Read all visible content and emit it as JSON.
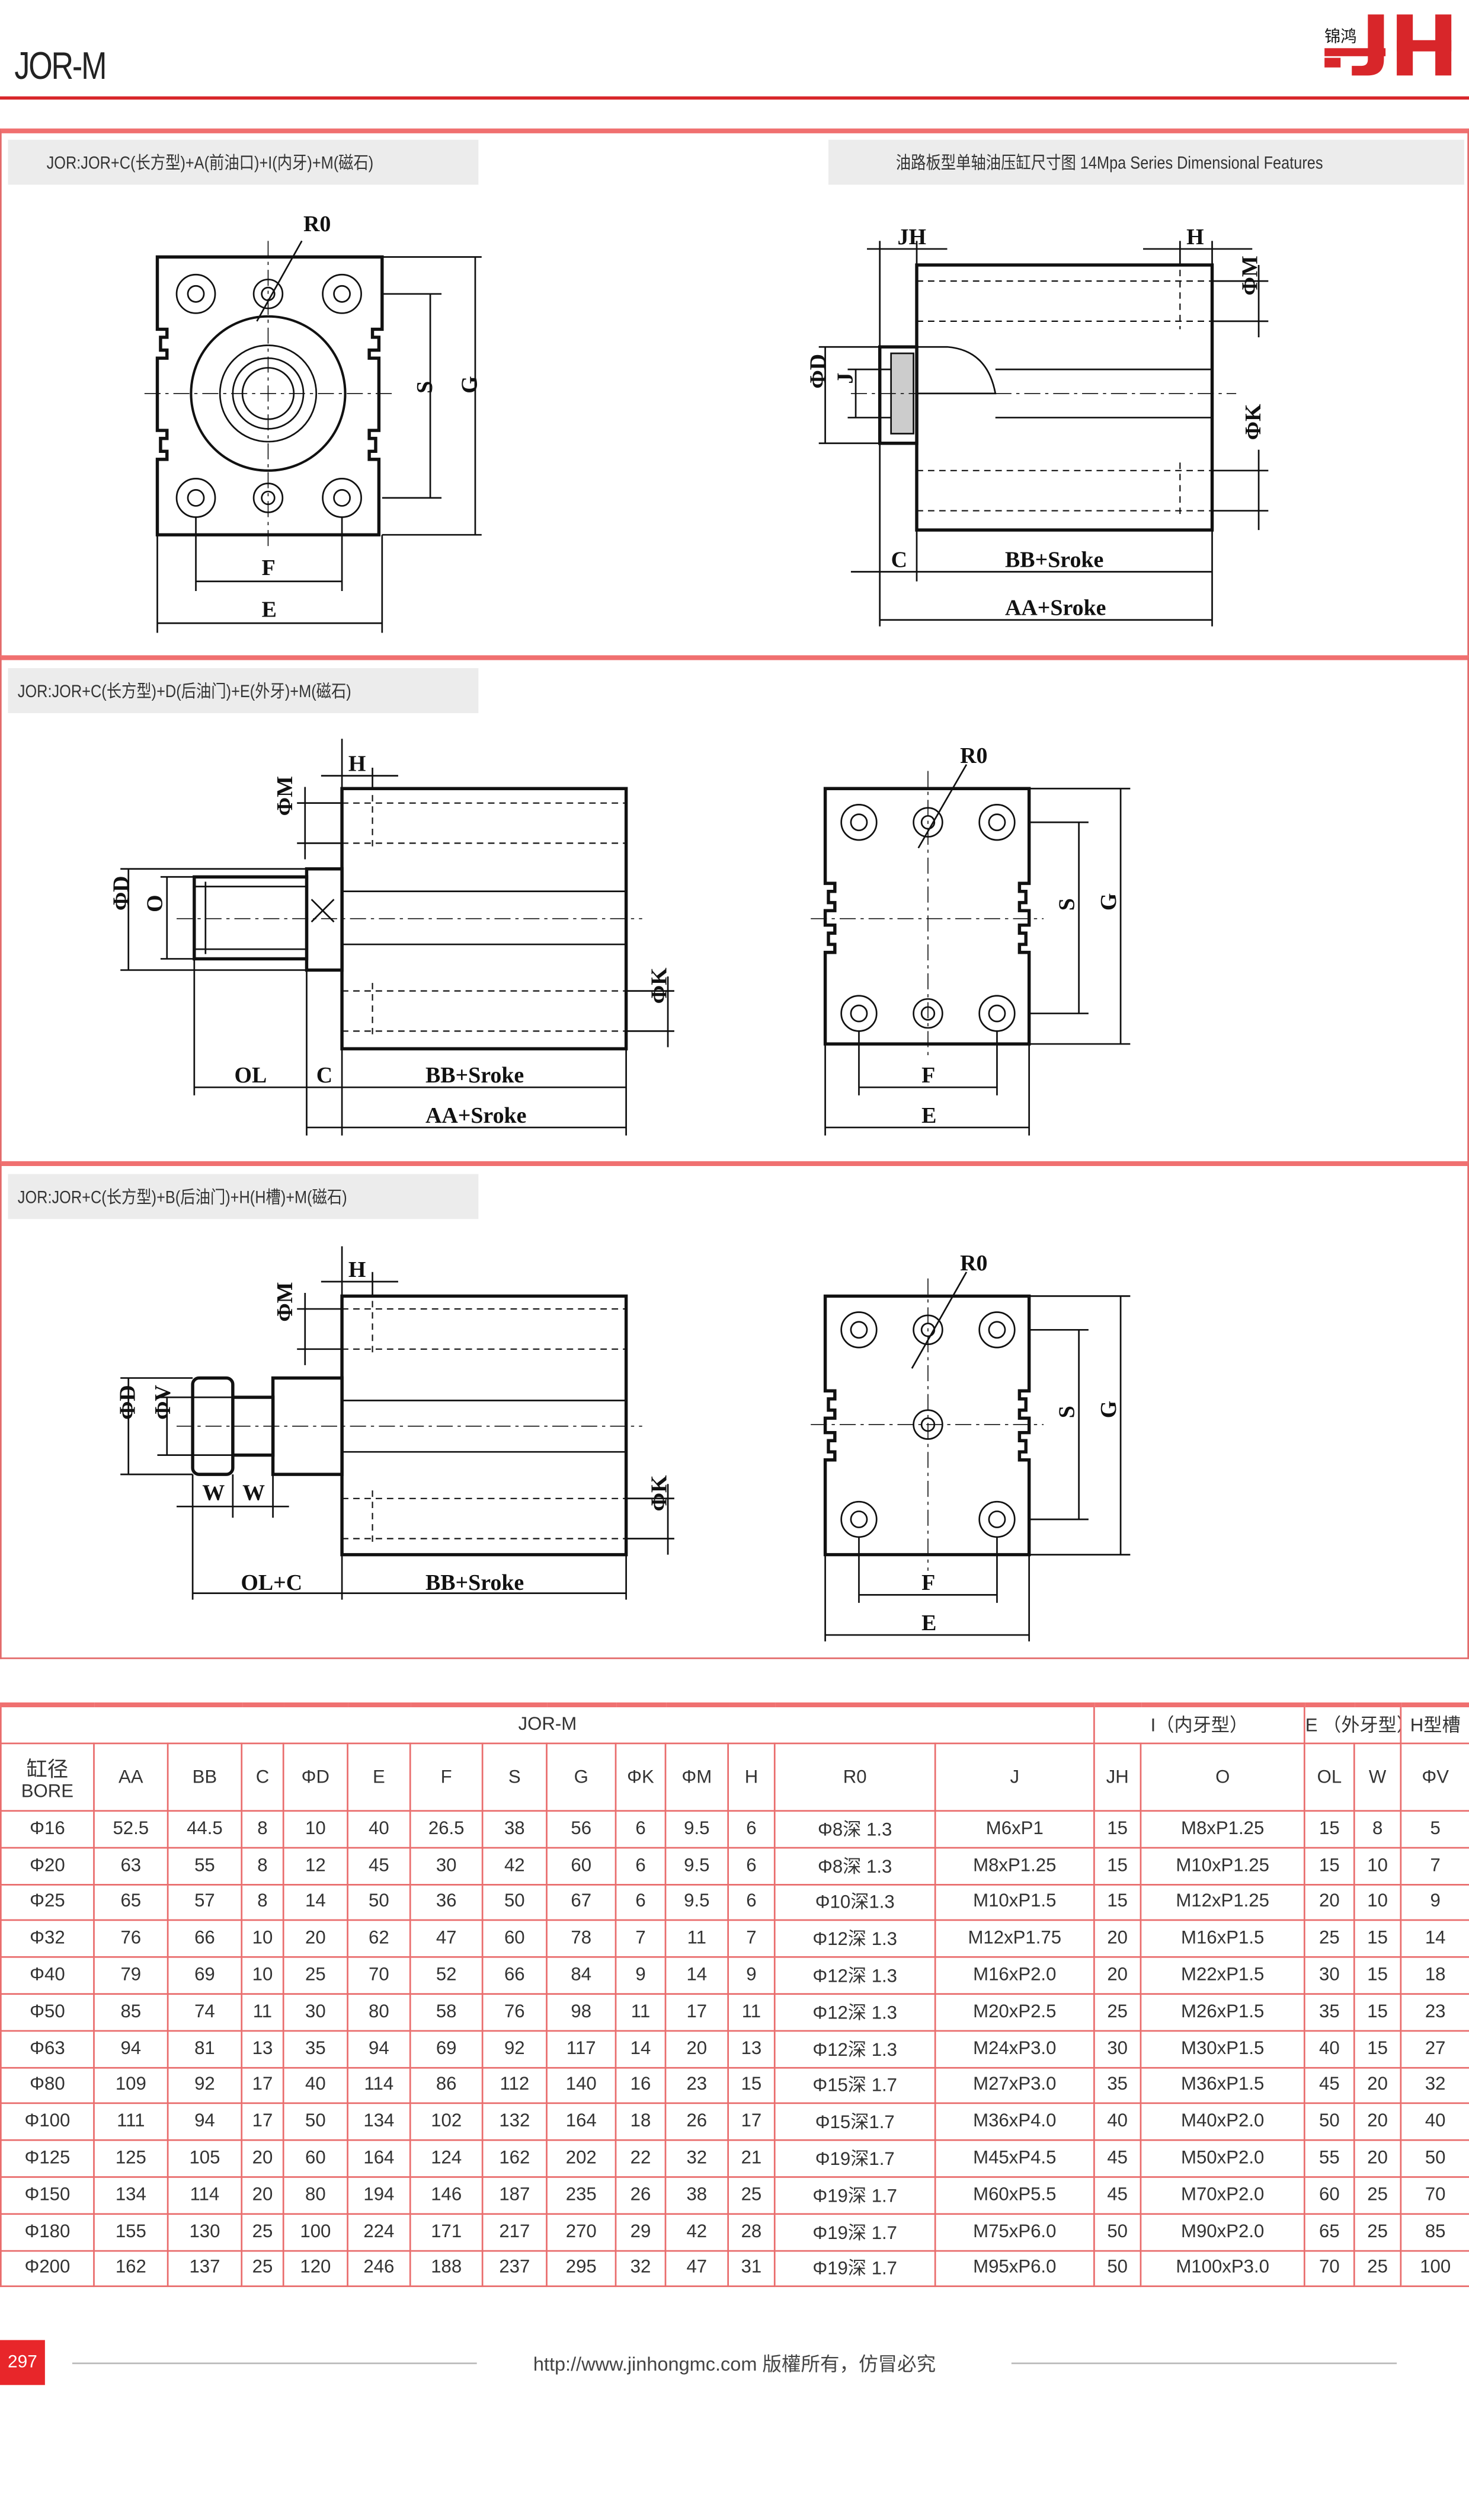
{
  "header": {
    "title": "JOR-M",
    "logo_text": "锦鸿 JH"
  },
  "panels": [
    {
      "label": "JOR:JOR+C(长方型)+A(前油口)+I(内牙)+M(磁石)",
      "right_label": "油路板型单轴油压缸尺寸图 14Mpa Series Dimensional Features",
      "front": {
        "r0": "R0",
        "s": "S",
        "g": "G",
        "f": "F",
        "e": "E"
      },
      "side": {
        "jh": "JH",
        "h": "H",
        "m": "ΦM",
        "d": "ΦD",
        "j": "J",
        "k": "ΦK",
        "c": "C",
        "bb": "BB+Sroke",
        "aa": "AA+Sroke"
      }
    },
    {
      "label": "JOR:JOR+C(长方型)+D(后油门)+E(外牙)+M(磁石)",
      "side": {
        "h": "H",
        "m": "ΦM",
        "d": "ΦD",
        "o": "O",
        "k": "ΦK",
        "ol": "OL",
        "c": "C",
        "bb": "BB+Sroke",
        "aa": "AA+Sroke"
      },
      "front": {
        "r0": "R0",
        "s": "S",
        "g": "G",
        "f": "F",
        "e": "E"
      }
    },
    {
      "label": "JOR:JOR+C(长方型)+B(后油门)+H(H槽)+M(磁石)",
      "side": {
        "h": "H",
        "m": "ΦM",
        "d": "ΦD",
        "v": "ΦV",
        "w1": "W",
        "w2": "W",
        "k": "ΦK",
        "olc": "OL+C",
        "bb": "BB+Sroke"
      },
      "front": {
        "r0": "R0",
        "s": "S",
        "g": "G",
        "f": "F",
        "e": "E"
      }
    }
  ],
  "table": {
    "group_headers": [
      {
        "label": "JOR-M",
        "span": 13
      },
      {
        "label": "I（内牙型）",
        "span": 2
      },
      {
        "label": "E （外牙型）",
        "span": 2
      },
      {
        "label": "H型槽",
        "span": 2
      }
    ],
    "bore_header": [
      "缸径",
      "BORE"
    ],
    "columns": [
      "AA",
      "BB",
      "C",
      "ΦD",
      "E",
      "F",
      "S",
      "G",
      "ΦK",
      "ΦM",
      "H",
      "R0",
      "J",
      "JH",
      "O",
      "OL",
      "W",
      "ΦV"
    ],
    "rows": [
      [
        "Φ16",
        "52.5",
        "44.5",
        "8",
        "10",
        "40",
        "26.5",
        "38",
        "56",
        "6",
        "9.5",
        "6",
        "Φ8深 1.3",
        "M6xP1",
        "15",
        "M8xP1.25",
        "15",
        "8",
        "5"
      ],
      [
        "Φ20",
        "63",
        "55",
        "8",
        "12",
        "45",
        "30",
        "42",
        "60",
        "6",
        "9.5",
        "6",
        "Φ8深 1.3",
        "M8xP1.25",
        "15",
        "M10xP1.25",
        "15",
        "10",
        "7"
      ],
      [
        "Φ25",
        "65",
        "57",
        "8",
        "14",
        "50",
        "36",
        "50",
        "67",
        "6",
        "9.5",
        "6",
        "Φ10深1.3",
        "M10xP1.5",
        "15",
        "M12xP1.25",
        "20",
        "10",
        "9"
      ],
      [
        "Φ32",
        "76",
        "66",
        "10",
        "20",
        "62",
        "47",
        "60",
        "78",
        "7",
        "11",
        "7",
        "Φ12深 1.3",
        "M12xP1.75",
        "20",
        "M16xP1.5",
        "25",
        "15",
        "14"
      ],
      [
        "Φ40",
        "79",
        "69",
        "10",
        "25",
        "70",
        "52",
        "66",
        "84",
        "9",
        "14",
        "9",
        "Φ12深 1.3",
        "M16xP2.0",
        "20",
        "M22xP1.5",
        "30",
        "15",
        "18"
      ],
      [
        "Φ50",
        "85",
        "74",
        "11",
        "30",
        "80",
        "58",
        "76",
        "98",
        "11",
        "17",
        "11",
        "Φ12深 1.3",
        "M20xP2.5",
        "25",
        "M26xP1.5",
        "35",
        "15",
        "23"
      ],
      [
        "Φ63",
        "94",
        "81",
        "13",
        "35",
        "94",
        "69",
        "92",
        "117",
        "14",
        "20",
        "13",
        "Φ12深 1.3",
        "M24xP3.0",
        "30",
        "M30xP1.5",
        "40",
        "15",
        "27"
      ],
      [
        "Φ80",
        "109",
        "92",
        "17",
        "40",
        "114",
        "86",
        "112",
        "140",
        "16",
        "23",
        "15",
        "Φ15深 1.7",
        "M27xP3.0",
        "35",
        "M36xP1.5",
        "45",
        "20",
        "32"
      ],
      [
        "Φ100",
        "111",
        "94",
        "17",
        "50",
        "134",
        "102",
        "132",
        "164",
        "18",
        "26",
        "17",
        "Φ15深1.7",
        "M36xP4.0",
        "40",
        "M40xP2.0",
        "50",
        "20",
        "40"
      ],
      [
        "Φ125",
        "125",
        "105",
        "20",
        "60",
        "164",
        "124",
        "162",
        "202",
        "22",
        "32",
        "21",
        "Φ19深1.7",
        "M45xP4.5",
        "45",
        "M50xP2.0",
        "55",
        "20",
        "50"
      ],
      [
        "Φ150",
        "134",
        "114",
        "20",
        "80",
        "194",
        "146",
        "187",
        "235",
        "26",
        "38",
        "25",
        "Φ19深 1.7",
        "M60xP5.5",
        "45",
        "M70xP2.0",
        "60",
        "25",
        "70"
      ],
      [
        "Φ180",
        "155",
        "130",
        "25",
        "100",
        "224",
        "171",
        "217",
        "270",
        "29",
        "42",
        "28",
        "Φ19深 1.7",
        "M75xP6.0",
        "50",
        "M90xP2.0",
        "65",
        "25",
        "85"
      ],
      [
        "Φ200",
        "162",
        "137",
        "25",
        "120",
        "246",
        "188",
        "237",
        "295",
        "32",
        "47",
        "31",
        "Φ19深 1.7",
        "M95xP6.0",
        "50",
        "M100xP3.0",
        "70",
        "25",
        "100"
      ]
    ]
  },
  "footer": {
    "page": "297",
    "url": "http://www.jinhongmc.com 版權所有，仿冒必究"
  },
  "colors": {
    "accent": "#d8262a",
    "border": "#e96c6c",
    "label_bg": "#ececec"
  }
}
